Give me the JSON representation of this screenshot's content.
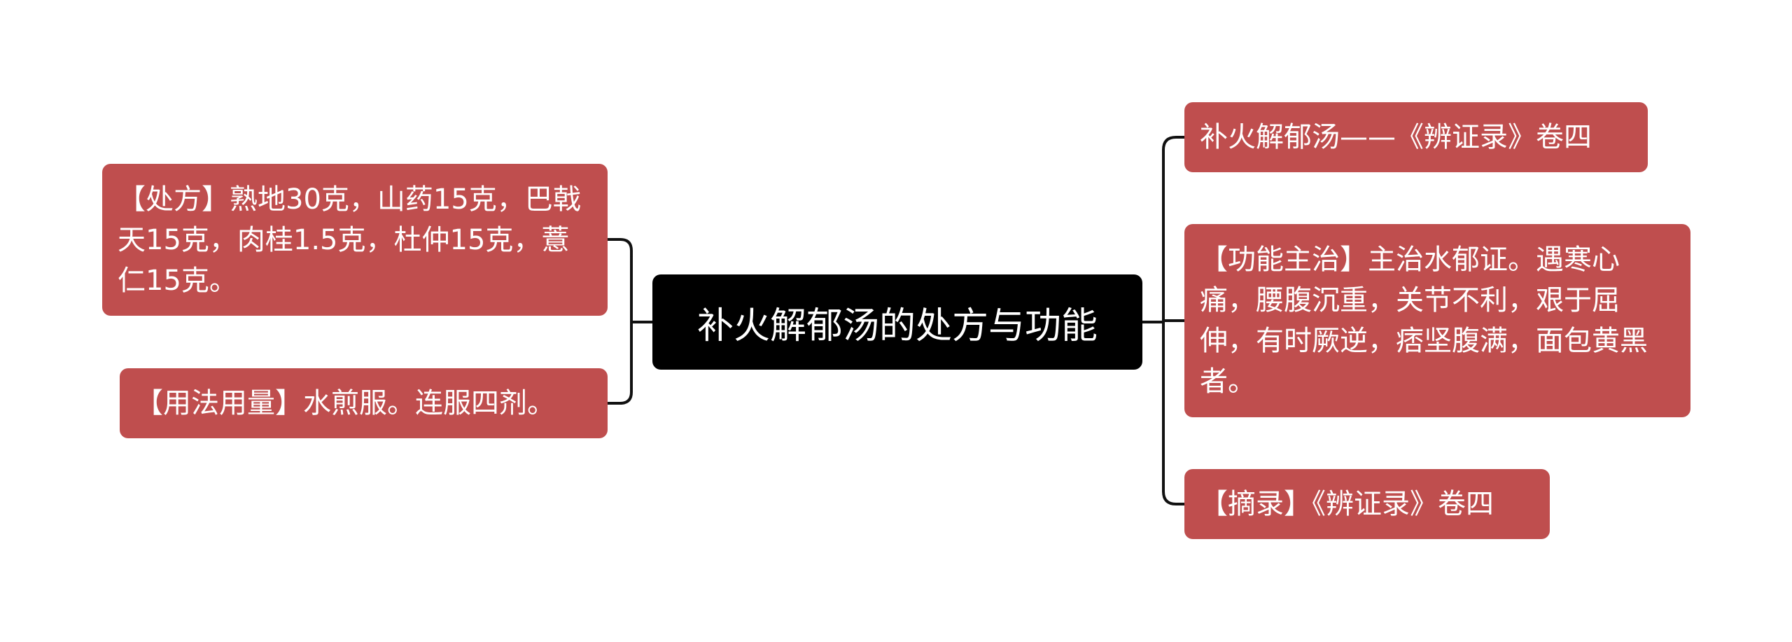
{
  "colors": {
    "center_fill": "#000000",
    "branch_fill": "#bf4e4e",
    "connector": "#111111",
    "text": "#ffffff"
  },
  "center_topic": "补火解郁汤的处方与功能",
  "left_branches": [
    {
      "text": "【处方】熟地30克，山药15克，巴戟天15克，肉桂1.5克，杜仲15克，薏仁15克。"
    },
    {
      "text": "【用法用量】水煎服。连服四剂。"
    }
  ],
  "right_branches": [
    {
      "text": "补火解郁汤——《辨证录》卷四"
    },
    {
      "text": "【功能主治】主治水郁证。遇寒心痛，腰腹沉重，关节不利，艰于屈伸，有时厥逆，痞坚腹满，面包黄黑者。"
    },
    {
      "text": "【摘录】《辨证录》卷四"
    }
  ]
}
